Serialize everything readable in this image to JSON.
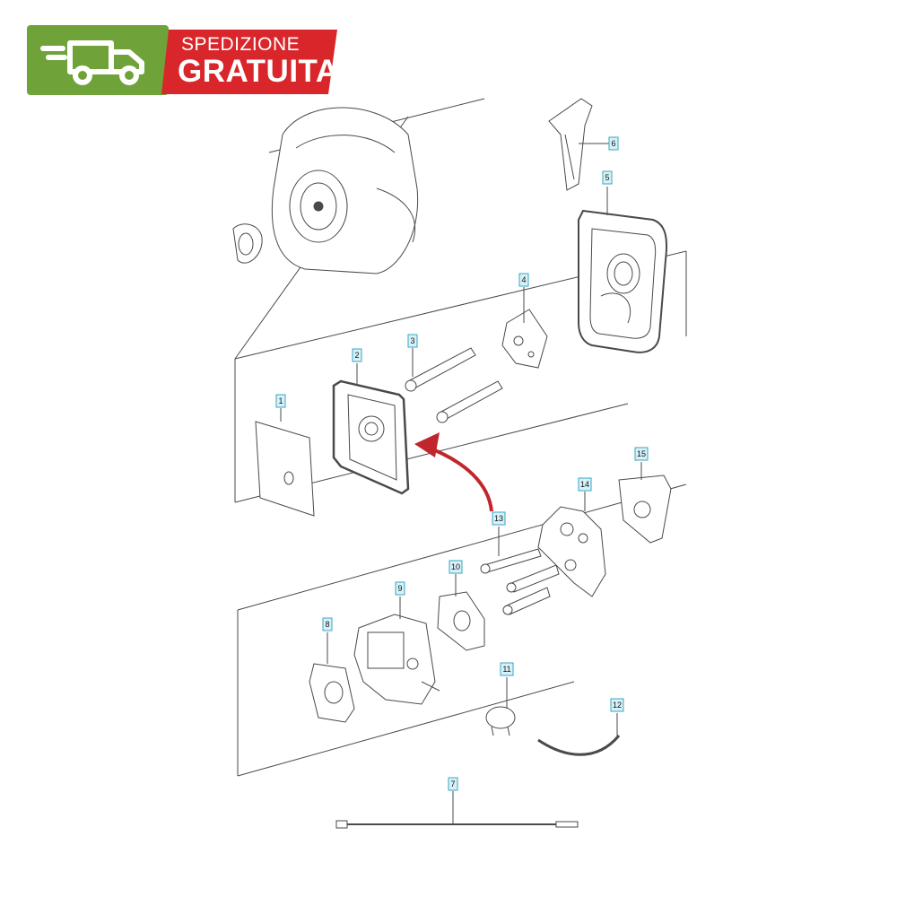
{
  "badge": {
    "line1": "SPEDIZIONE",
    "line2": "GRATUITA",
    "icon": "delivery-truck-icon",
    "green": "#6fa33a",
    "red": "#d9262b"
  },
  "callouts": [
    "1",
    "2",
    "3",
    "4",
    "5",
    "6",
    "7",
    "8",
    "9",
    "10",
    "11",
    "12",
    "13",
    "14",
    "15"
  ],
  "colors": {
    "line": "#4a4a4a",
    "callout_fill": "#d6f1f7",
    "callout_border": "#3aa6c6",
    "arrow": "#c0272d"
  }
}
